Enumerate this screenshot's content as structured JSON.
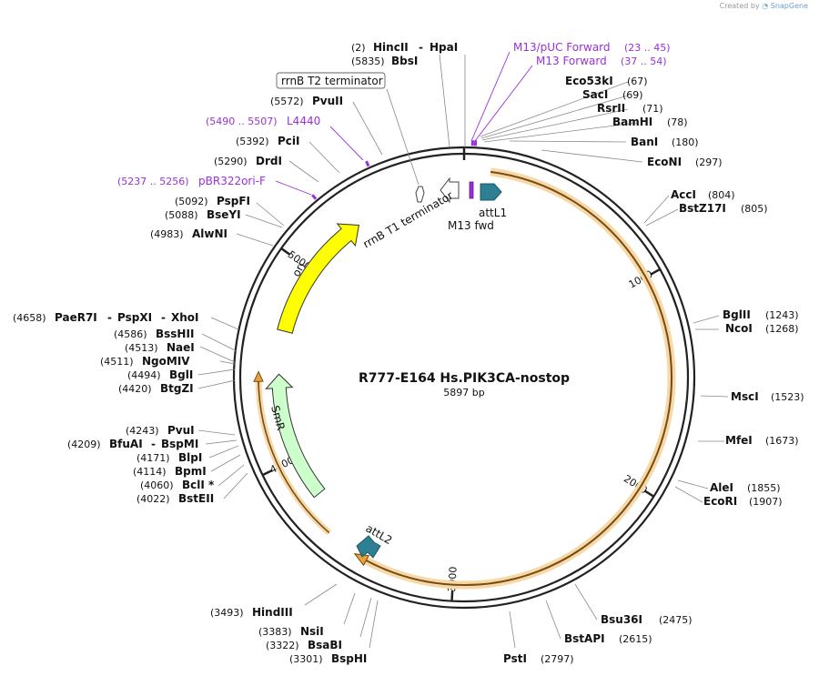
{
  "credit": {
    "prefix": "Created by",
    "brand": "SnapGene"
  },
  "plasmid": {
    "name": "R777-E164 Hs.PIK3CA-nostop",
    "length_label": "5897 bp",
    "length": 5897
  },
  "ticks": [
    {
      "pos": 1000,
      "label": "1000"
    },
    {
      "pos": 2000,
      "label": "2000"
    },
    {
      "pos": 3000,
      "label": "3000"
    },
    {
      "pos": 4000,
      "label": "4000"
    },
    {
      "pos": 5000,
      "label": "5000"
    }
  ],
  "sites": [
    {
      "name": "HincII",
      "pos_label": "(2)",
      "pos": 2,
      "extra": [
        "HpaI"
      ]
    },
    {
      "name": "BbsI",
      "pos_label": "(5835)",
      "pos": 5835
    },
    {
      "name": "Eco53kI",
      "pos_label": "(67)",
      "pos": 67
    },
    {
      "name": "SacI",
      "pos_label": "(69)",
      "pos": 69
    },
    {
      "name": "RsrII",
      "pos_label": "(71)",
      "pos": 71
    },
    {
      "name": "BamHI",
      "pos_label": "(78)",
      "pos": 78
    },
    {
      "name": "BanI",
      "pos_label": "(180)",
      "pos": 180
    },
    {
      "name": "EcoNI",
      "pos_label": "(297)",
      "pos": 297
    },
    {
      "name": "AccI",
      "pos_label": "(804)",
      "pos": 804
    },
    {
      "name": "BstZ17I",
      "pos_label": "(805)",
      "pos": 805
    },
    {
      "name": "BglII",
      "pos_label": "(1243)",
      "pos": 1243
    },
    {
      "name": "NcoI",
      "pos_label": "(1268)",
      "pos": 1268
    },
    {
      "name": "MscI",
      "pos_label": "(1523)",
      "pos": 1523
    },
    {
      "name": "MfeI",
      "pos_label": "(1673)",
      "pos": 1673
    },
    {
      "name": "AleI",
      "pos_label": "(1855)",
      "pos": 1855
    },
    {
      "name": "EcoRI",
      "pos_label": "(1907)",
      "pos": 1907
    },
    {
      "name": "Bsu36I",
      "pos_label": "(2475)",
      "pos": 2475
    },
    {
      "name": "BstAPI",
      "pos_label": "(2615)",
      "pos": 2615
    },
    {
      "name": "PstI",
      "pos_label": "(2797)",
      "pos": 2797
    },
    {
      "name": "BspHI",
      "pos_label": "(3301)",
      "pos": 3301
    },
    {
      "name": "BsaBI",
      "pos_label": "(3322)",
      "pos": 3322
    },
    {
      "name": "NsiI",
      "pos_label": "(3383)",
      "pos": 3383
    },
    {
      "name": "HindIII",
      "pos_label": "(3493)",
      "pos": 3493
    },
    {
      "name": "BstEII",
      "pos_label": "(4022)",
      "pos": 4022
    },
    {
      "name": "BclI *",
      "pos_label": "(4060)",
      "pos": 4060
    },
    {
      "name": "BpmI",
      "pos_label": "(4114)",
      "pos": 4114
    },
    {
      "name": "BlpI",
      "pos_label": "(4171)",
      "pos": 4171
    },
    {
      "name": "BfuAI",
      "pos_label": "(4209)",
      "pos": 4209,
      "extra": [
        "BspMI"
      ]
    },
    {
      "name": "PvuI",
      "pos_label": "(4243)",
      "pos": 4243
    },
    {
      "name": "BtgZI",
      "pos_label": "(4420)",
      "pos": 4420
    },
    {
      "name": "BglI",
      "pos_label": "(4494)",
      "pos": 4494
    },
    {
      "name": "NgoMIV",
      "pos_label": "(4511)",
      "pos": 4511
    },
    {
      "name": "NaeI",
      "pos_label": "(4513)",
      "pos": 4513
    },
    {
      "name": "BssHII",
      "pos_label": "(4586)",
      "pos": 4586
    },
    {
      "name": "PaeR7I",
      "pos_label": "(4658)",
      "pos": 4658,
      "extra": [
        "PspXI",
        "XhoI"
      ]
    },
    {
      "name": "AlwNI",
      "pos_label": "(4983)",
      "pos": 4983
    },
    {
      "name": "BseYI",
      "pos_label": "(5088)",
      "pos": 5088
    },
    {
      "name": "PspFI",
      "pos_label": "(5092)",
      "pos": 5092
    },
    {
      "name": "DrdI",
      "pos_label": "(5290)",
      "pos": 5290
    },
    {
      "name": "PciI",
      "pos_label": "(5392)",
      "pos": 5392
    },
    {
      "name": "PvuII",
      "pos_label": "(5572)",
      "pos": 5572
    }
  ],
  "primers": [
    {
      "name": "M13/pUC Forward",
      "range_label": "(23 .. 45)",
      "start": 23,
      "end": 45
    },
    {
      "name": "M13 Forward",
      "range_label": "(37 .. 54)",
      "start": 37,
      "end": 54
    },
    {
      "name": "L4440",
      "range_label": "(5490 .. 5507)",
      "start": 5490,
      "end": 5507
    },
    {
      "name": "pBR322ori-F",
      "range_label": "(5237 .. 5256)",
      "start": 5237,
      "end": 5256
    }
  ],
  "features": [
    {
      "name": "rrnB T2 terminator",
      "boxed": true
    },
    {
      "name": "rrnB T1 terminator"
    },
    {
      "name": "M13 fwd"
    },
    {
      "name": "attL1"
    },
    {
      "name": "attL2"
    },
    {
      "name": "ori"
    },
    {
      "name": "SmR"
    }
  ],
  "colors": {
    "backbone": "#222222",
    "orf": "#e8a23a",
    "orf_halo": "#f6d9a8",
    "ori": "#ffff00",
    "smr": "#ccffcc",
    "att": "#2d7f94",
    "primer": "#9b30d9",
    "terminator": "#ffffff"
  }
}
